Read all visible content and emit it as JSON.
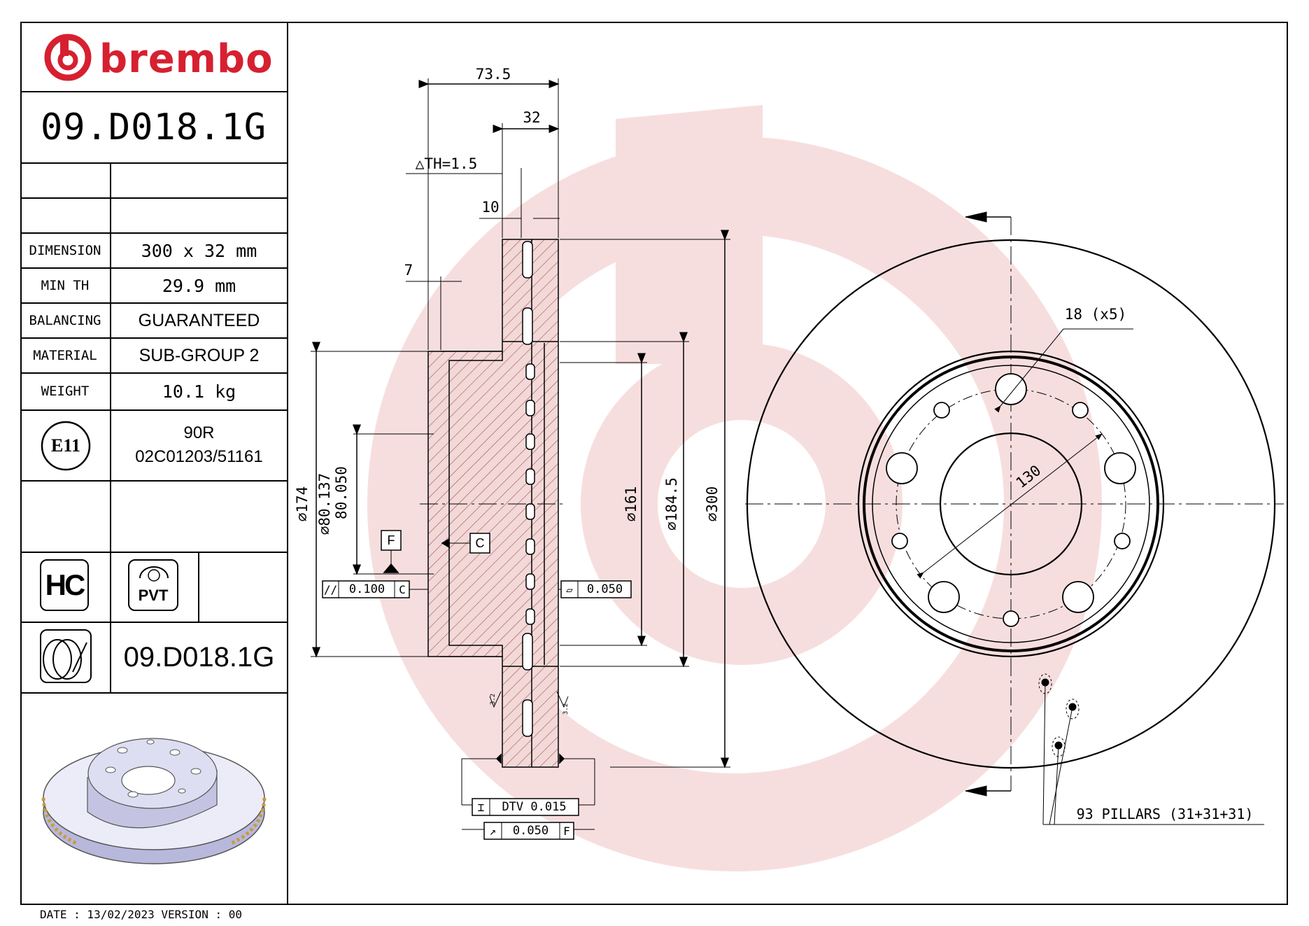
{
  "brand": {
    "name": "brembo",
    "color": "#d62030"
  },
  "part_number": "09.D018.1G",
  "spec_table": [
    {
      "label": "DIMENSION",
      "value": "300 x 32 mm"
    },
    {
      "label": "MIN TH",
      "value": "29.9 mm"
    },
    {
      "label": "BALANCING",
      "value": "GUARANTEED"
    },
    {
      "label": "MATERIAL",
      "value": "SUB-GROUP 2"
    },
    {
      "label": "WEIGHT",
      "value": "10.1 kg"
    }
  ],
  "approval": {
    "mark": "E11",
    "line1": "90R",
    "line2": "02C01203/51161"
  },
  "badges": {
    "hc": "HC",
    "pvt": "PVT"
  },
  "part_number_footer": "09.D018.1G",
  "footer": {
    "date_line": "DATE : 13/02/2023 VERSION : 00"
  },
  "dimensions": {
    "overall_height": "73.5",
    "thickness": "32",
    "th_tolerance": "△TH=1.5",
    "vane_width": "10",
    "hat_wall": "7",
    "diam_174": "⌀174",
    "diam_80_137": "⌀80.137",
    "diam_80_050": "80.050",
    "diam_161": "⌀161",
    "diam_184_5": "⌀184.5",
    "diam_300": "⌀300",
    "bolt_holes": "18 (x5)",
    "pcd": "130",
    "pillars": "93 PILLARS (31+31+31)"
  },
  "tolerances": {
    "datum_f": "F",
    "datum_c": "C",
    "parallelism": "0.100",
    "parallelism_ref": "C",
    "flatness": "0.050",
    "dtv": "DTV 0.015",
    "runout": "0.050",
    "runout_ref": "F",
    "roughness_left": "3.2",
    "roughness_right": "3.2"
  },
  "colors": {
    "watermark": "#f6dcdc",
    "section_fill": "#f3d8d8",
    "hatch": "#a05050"
  }
}
